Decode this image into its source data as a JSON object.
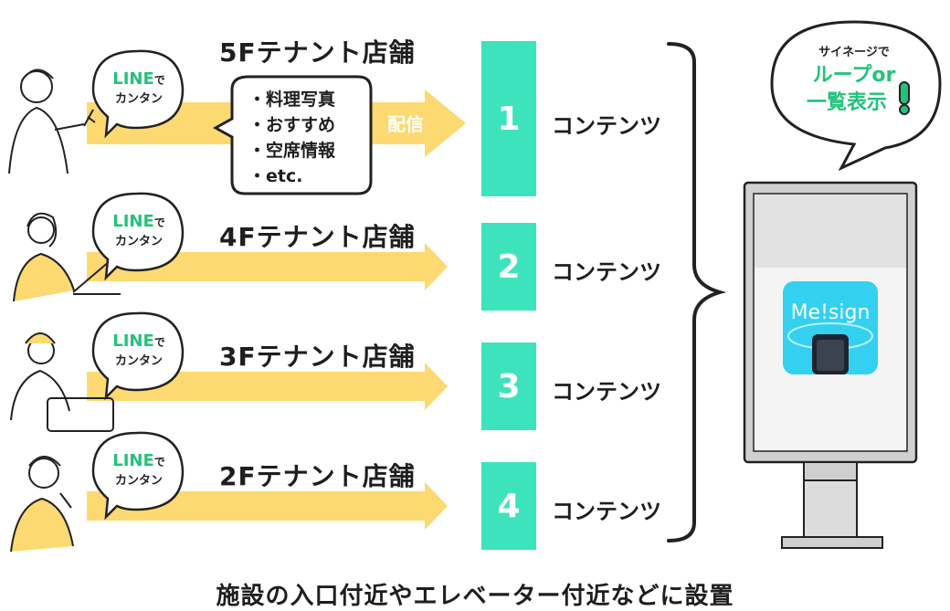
{
  "colors": {
    "arrow": "#fcd971",
    "content_box": "#3de3bd",
    "badge_green": "#22c27a",
    "signage_frame": "#c8c8c8",
    "screen_gradient_top": "#e8e8e8",
    "app_icon": "#34d0f0"
  },
  "rows": [
    {
      "floor_title": "5Fテナント店舗",
      "badge_top": "LINE",
      "badge_de": "で",
      "badge_bottom": "カンタン",
      "box_number": "1",
      "content_label": "コンテンツ"
    },
    {
      "floor_title": "4Fテナント店舗",
      "badge_top": "LINE",
      "badge_de": "で",
      "badge_bottom": "カンタン",
      "box_number": "2",
      "content_label": "コンテンツ"
    },
    {
      "floor_title": "3Fテナント店舗",
      "badge_top": "LINE",
      "badge_de": "で",
      "badge_bottom": "カンタン",
      "box_number": "3",
      "content_label": "コンテンツ"
    },
    {
      "floor_title": "2Fテナント店舗",
      "badge_top": "LINE",
      "badge_de": "で",
      "badge_bottom": "カンタン",
      "box_number": "4",
      "content_label": "コンテンツ"
    }
  ],
  "content_bubble": {
    "items": [
      "・料理写真",
      "・おすすめ",
      "・空席情報",
      "・etc."
    ]
  },
  "distribution_label": "配信",
  "signage_bubble": {
    "line1": "サイネージで",
    "line2": "ループor",
    "line3": "一覧表示"
  },
  "app_icon_label": "Me!sign",
  "caption": "施設の入口付近やエレベーター付近などに設置"
}
